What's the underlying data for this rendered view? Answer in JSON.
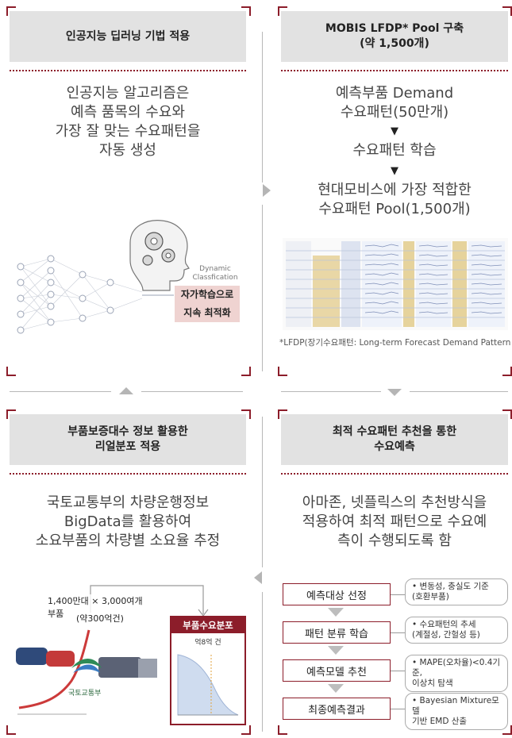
{
  "panel_tl": {
    "title": "인공지능 딥러닝 기법 적용",
    "body": "인공지능 알고리즘은\n예측 품목의 수요와\n가장 잘 맞는 수요패턴을\n자동 생성",
    "label_small": "Dynamic\nClassfication",
    "label_box": "자가학습으로\n지속 최적화"
  },
  "panel_tr": {
    "title": "MOBIS LFDP* Pool 구축\n(약 1,500개)",
    "line1": "예측부품 Demand\n수요패턴(50만개)",
    "arrow": "▼",
    "line2": "수요패턴 학습",
    "line3": "현대모비스에 가장 적합한\n수요패턴 Pool(1,500개)",
    "footnote": "*LFDP(장기수요패턴: Long-term Forecast Demand Pattern)"
  },
  "panel_bl": {
    "title": "부품보증대수 정보 활용한\n리얼분포 적용",
    "body": "국토교통부의 차량운행정보\nBigData를 활용하여\n소요부품의 차량별 소요율 추정",
    "img_caption": "1,400만대 × 3,000여개 부품",
    "img_caption2": "(약300억건)",
    "chart_label": "부품수요분포",
    "chart_label2": "억8억 건",
    "ministry": "국토교통부"
  },
  "panel_br": {
    "title": "최적 수요패턴 추천을 통한\n수요예측",
    "body": "아마존, 넷플릭스의 추천방식을\n적용하여  최적 패턴으로  수요예\n측이  수행되도록 함",
    "steps": [
      {
        "label": "예측대상 선정",
        "note": "• 변동성, 충실도 기준\n(호환부품)"
      },
      {
        "label": "패턴 분류 학습",
        "note": "• 수요패턴의 추세\n(계절성, 간헐성 등)"
      },
      {
        "label": "예측모델 추천",
        "note": "• MAPE(오차율)<0.4기준,\n이상치 탐색"
      },
      {
        "label": "최종예측결과",
        "note": "• Bayesian Mixture모델\n기반 EMD 산출"
      }
    ]
  },
  "colors": {
    "accent": "#8c1d2a",
    "header_bg": "#e2e2e2",
    "pink_box": "#efd3d1"
  }
}
